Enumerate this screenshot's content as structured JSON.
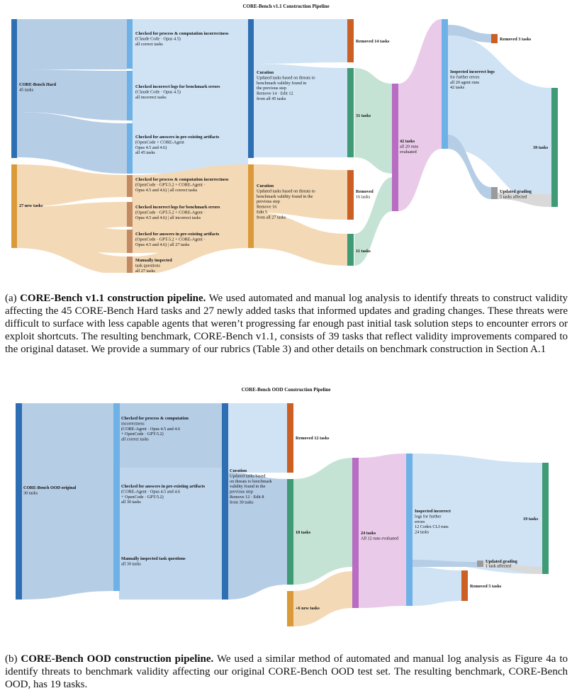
{
  "colors": {
    "blue_dark": "#2e6fb3",
    "blue_light": "#6eb1e6",
    "blue_link": "#b6cde6",
    "blue_link_light": "#cfe3f5",
    "orange": "#db9a3a",
    "orange_brown": "#c28a62",
    "orange_link": "#f3d9b6",
    "red_orange": "#cc5f24",
    "green": "#3e9b76",
    "green_link": "#c5e3d5",
    "purple": "#b86cc2",
    "purple_link": "#e9cbe9",
    "gray": "#9b9b9b",
    "gray_link": "#d9d9d9"
  },
  "figure_a": {
    "title": "CORE-Bench v1.1 Construction Pipeline",
    "labels": {
      "hard": [
        "CORE-Bench Hard",
        "45 tasks"
      ],
      "new": [
        "27 new tasks"
      ],
      "chk_proc_a": [
        "Checked for process & computation incorrectness",
        "(Claude Code · Opus 4.5)",
        "all correct tasks"
      ],
      "chk_logs_a": [
        "Checked incorrect logs for benchmark errors",
        "(Claude Code · Opus 4.5)",
        "all incorrect tasks"
      ],
      "chk_ans_a": [
        "Checked for answers in pre-existing artifacts",
        "(OpenCode + CORE-Agent",
        "Opus 4.5 and 4.6)",
        "all 45 tasks"
      ],
      "chk_proc_b": [
        "Checked for process & computation incorrectness",
        "(OpenCode · GPT-5.2 + CORE-Agent ·",
        "Opus 4.5 and 4.6) | all correct tasks"
      ],
      "chk_logs_b": [
        "Checked incorrect logs for benchmark errors",
        "(OpenCode · GPT-5.2 + CORE-Agent ·",
        "Opus 4.5 and 4.6) | all incorrect tasks"
      ],
      "chk_ans_b": [
        "Checked for answers in pre-existing artifacts",
        "(OpenCode · GPT-5.2 + CORE-Agent ·",
        "Opus 4.5 and 4.6) | all 27 tasks"
      ],
      "manual_b": [
        "Manually inspected",
        "task questions",
        "all 27 tasks"
      ],
      "cur_a": [
        "Curation",
        "Updated tasks based on threats to",
        "benchmark validity found in",
        "the previous step",
        "Remove 14 · Edit 12",
        "from all 45 tasks"
      ],
      "cur_b": [
        "Curation",
        "Updated tasks based on threats to",
        "benchmark validity found in the",
        "previous step",
        "Remove 16",
        "Edit 5",
        "from all 27 tasks"
      ],
      "rem14": [
        "Removed 14 tasks"
      ],
      "t31": [
        "31 tasks"
      ],
      "rem16": [
        "Removed",
        "16 tasks"
      ],
      "t11": [
        "11 tasks"
      ],
      "t42": [
        "42 tasks",
        "all 20 runs",
        "evaluated"
      ],
      "insp": [
        "Inspected incorrect logs",
        "for further errors",
        "all 20 agent runs",
        "42 tasks"
      ],
      "rem3": [
        "Removed 3 tasks"
      ],
      "grading": [
        "Updated grading",
        "5 tasks affected"
      ],
      "t39": [
        "39 tasks"
      ]
    }
  },
  "caption_a": {
    "label": "(a)",
    "bold": "CORE-Bench v1.1 construction pipeline.",
    "text": "We used automated and manual log analysis to identify threats to construct validity affecting the 45 CORE-Bench Hard tasks and 27 newly added tasks that informed updates and grading changes. These threats were difficult to surface with less capable agents that weren’t progressing far enough past initial task solution steps to encounter errors or exploit shortcuts. The resulting benchmark, CORE-Bench v1.1, consists of 39 tasks that reflect validity improvements compared to the original dataset. We provide a summary of our rubrics (Table 3) and other details on benchmark construction in Section A.1"
  },
  "figure_b": {
    "title": "CORE-Bench OOD Construction Pipeline",
    "labels": {
      "ood": [
        "CORE-Bench OOD original",
        "30 tasks"
      ],
      "chk_proc": [
        "Checked for process & computation",
        "incorrectness",
        "(CORE-Agent · Opus 4.5 and 4.6",
        "+ OpenCode · GPT-5.2)",
        "all correct tasks"
      ],
      "chk_ans": [
        "Checked for answers in pre-existing artifacts",
        "(CORE-Agent · Opus 4.5 and 4.6",
        "+ OpenCode · GPT-5.2)",
        "all 30 tasks"
      ],
      "manual": [
        "Manually inspected task questions",
        "all 30 tasks"
      ],
      "cur": [
        "Curation",
        "Updated tasks based",
        "on threats to benchmark",
        "validity found in the",
        "previous step",
        "Remove 12 · Edit 8",
        "from 30 tasks"
      ],
      "rem12": [
        "Removed 12 tasks"
      ],
      "t18": [
        "18 tasks"
      ],
      "new6": [
        "+6 new tasks"
      ],
      "t24": [
        "24 tasks",
        "All 12 runs evaluated"
      ],
      "insp": [
        "Inspected incorrect",
        "logs for further",
        "errors",
        "12 Codex CLI runs",
        "24 tasks"
      ],
      "grading": [
        "Updated grading",
        "1 task affected"
      ],
      "rem5": [
        "Removed 5 tasks"
      ],
      "t19": [
        "19 tasks"
      ]
    }
  },
  "caption_b": {
    "label": "(b)",
    "bold": "CORE-Bench OOD construction pipeline.",
    "text": "We used a similar method of automated and manual log analysis as Figure 4a to identify threats to benchmark validity affecting our original CORE-Bench OOD test set. The resulting benchmark, CORE-Bench OOD, has 19 tasks."
  }
}
